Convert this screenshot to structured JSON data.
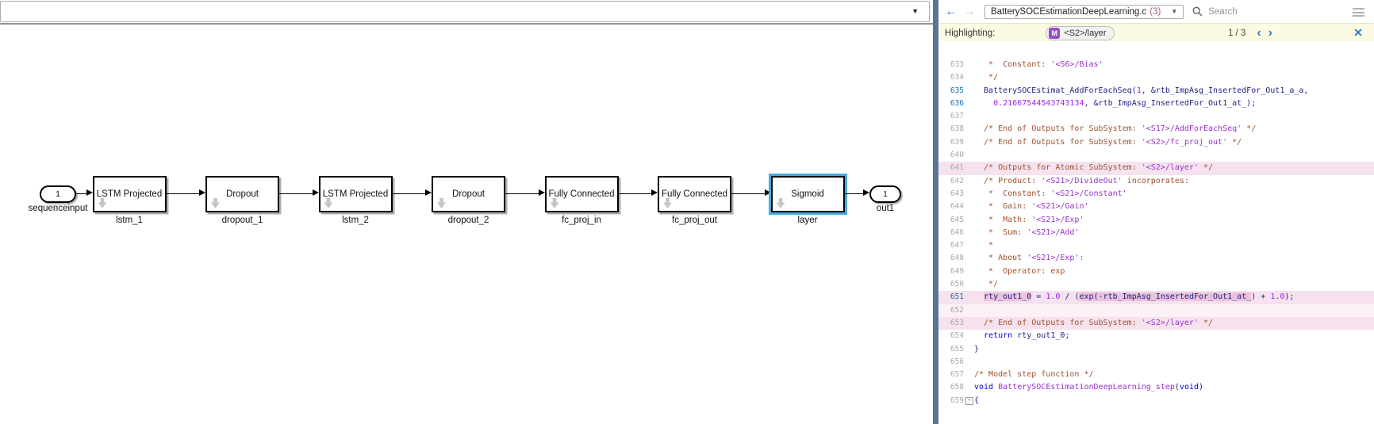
{
  "left_panel": {
    "toolbar": {
      "caret": "▼"
    },
    "diagram": {
      "input_port": {
        "number": "1",
        "label": "sequenceinput"
      },
      "output_port": {
        "number": "1",
        "label": "out1"
      },
      "blocks": [
        {
          "title": "LSTM Projected",
          "name": "lstm_1",
          "selected": false
        },
        {
          "title": "Dropout",
          "name": "dropout_1",
          "selected": false
        },
        {
          "title": "LSTM Projected",
          "name": "lstm_2",
          "selected": false
        },
        {
          "title": "Dropout",
          "name": "dropout_2",
          "selected": false
        },
        {
          "title": "Fully Connected",
          "name": "fc_proj_in",
          "selected": false
        },
        {
          "title": "Fully Connected",
          "name": "fc_proj_out",
          "selected": false
        },
        {
          "title": "Sigmoid",
          "name": "layer",
          "selected": true
        }
      ]
    }
  },
  "code_panel": {
    "toolbar": {
      "back_icon": "←",
      "forward_icon": "→",
      "file_name": "BatterySOCEstimationDeepLearning.c",
      "file_match_count": "(3)",
      "file_caret": "▼",
      "search_placeholder": "Search"
    },
    "highlight_bar": {
      "label": "Highlighting:",
      "badge_letter": "M",
      "badge_target": "<S2>/layer",
      "position": "1 / 3",
      "prev_icon": "‹",
      "next_icon": "›",
      "close_icon": "✕"
    },
    "code": {
      "fold_icon": "−",
      "lines": [
        {
          "n": 633,
          "b": false,
          "bg": "",
          "seg": [
            [
              "com",
              "   *  Constant: "
            ],
            [
              "str",
              "'<S6>/Bias'"
            ]
          ]
        },
        {
          "n": 634,
          "b": false,
          "bg": "",
          "seg": [
            [
              "com",
              "   */"
            ]
          ]
        },
        {
          "n": 635,
          "b": true,
          "bg": "",
          "seg": [
            [
              "code",
              "  BatterySOCEstimat_AddForEachSeq("
            ],
            [
              "num",
              "1"
            ],
            [
              "code",
              ", &rtb_ImpAsg_InsertedFor_Out1_a_a,"
            ]
          ]
        },
        {
          "n": 636,
          "b": true,
          "bg": "",
          "seg": [
            [
              "num",
              "    0.21667544543743134"
            ],
            [
              "code",
              ", &rtb_ImpAsg_InsertedFor_Out1_at_);"
            ]
          ]
        },
        {
          "n": 637,
          "b": false,
          "bg": "",
          "seg": []
        },
        {
          "n": 638,
          "b": false,
          "bg": "",
          "seg": [
            [
              "com",
              "  /* End of Outputs for SubSystem: "
            ],
            [
              "str",
              "'<S17>/AddForEachSeq'"
            ],
            [
              "com",
              " */"
            ]
          ]
        },
        {
          "n": 639,
          "b": false,
          "bg": "",
          "seg": [
            [
              "com",
              "  /* End of Outputs for SubSystem: "
            ],
            [
              "str",
              "'<S2>/fc_proj_out'"
            ],
            [
              "com",
              " */"
            ]
          ]
        },
        {
          "n": 640,
          "b": false,
          "bg": "",
          "seg": []
        },
        {
          "n": 641,
          "b": false,
          "bg": "hl",
          "seg": [
            [
              "com",
              "  /* Outputs for Atomic SubSystem: "
            ],
            [
              "str",
              "'<S2>/layer'"
            ],
            [
              "com",
              " */"
            ]
          ]
        },
        {
          "n": 642,
          "b": false,
          "bg": "",
          "seg": [
            [
              "com",
              "  /* Product: "
            ],
            [
              "str",
              "'<S21>/DivideOut'"
            ],
            [
              "com",
              " incorporates:"
            ]
          ]
        },
        {
          "n": 643,
          "b": false,
          "bg": "",
          "seg": [
            [
              "com",
              "   *  Constant: "
            ],
            [
              "str",
              "'<S21>/Constant'"
            ]
          ]
        },
        {
          "n": 644,
          "b": false,
          "bg": "",
          "seg": [
            [
              "com",
              "   *  Gain: "
            ],
            [
              "str",
              "'<S21>/Gain'"
            ]
          ]
        },
        {
          "n": 645,
          "b": false,
          "bg": "",
          "seg": [
            [
              "com",
              "   *  Math: "
            ],
            [
              "str",
              "'<S21>/Exp'"
            ]
          ]
        },
        {
          "n": 646,
          "b": false,
          "bg": "",
          "seg": [
            [
              "com",
              "   *  Sum: "
            ],
            [
              "str",
              "'<S21>/Add'"
            ]
          ]
        },
        {
          "n": 647,
          "b": false,
          "bg": "",
          "seg": [
            [
              "com",
              "   *"
            ]
          ]
        },
        {
          "n": 648,
          "b": false,
          "bg": "",
          "seg": [
            [
              "com",
              "   * About "
            ],
            [
              "str",
              "'<S21>/Exp'"
            ],
            [
              "com",
              ":"
            ]
          ]
        },
        {
          "n": 649,
          "b": false,
          "bg": "",
          "seg": [
            [
              "com",
              "   *  Operator: exp"
            ]
          ]
        },
        {
          "n": 650,
          "b": false,
          "bg": "",
          "seg": [
            [
              "com",
              "   */"
            ]
          ]
        },
        {
          "n": 651,
          "b": true,
          "bg": "hl",
          "seg": [
            [
              "code",
              "  "
            ],
            [
              "codem",
              "rty_out1_0"
            ],
            [
              "code",
              " = "
            ],
            [
              "num",
              "1.0"
            ],
            [
              "code",
              " / ("
            ],
            [
              "codem",
              "exp(-rtb_ImpAsg_InsertedFor_Out1_at_"
            ],
            [
              "code",
              ") + "
            ],
            [
              "num",
              "1.0"
            ],
            [
              "code",
              ");"
            ]
          ]
        },
        {
          "n": 652,
          "b": false,
          "bg": "hl2",
          "seg": []
        },
        {
          "n": 653,
          "b": false,
          "bg": "hl",
          "seg": [
            [
              "com",
              "  /* End of Outputs for SubSystem: "
            ],
            [
              "str",
              "'<S2>/layer'"
            ],
            [
              "com",
              " */"
            ]
          ]
        },
        {
          "n": 654,
          "b": false,
          "bg": "",
          "seg": [
            [
              "code",
              "  "
            ],
            [
              "key",
              "return"
            ],
            [
              "code",
              " rty_out1_0;"
            ]
          ]
        },
        {
          "n": 655,
          "b": false,
          "bg": "",
          "seg": [
            [
              "code",
              "}"
            ]
          ]
        },
        {
          "n": 656,
          "b": false,
          "bg": "",
          "seg": []
        },
        {
          "n": 657,
          "b": false,
          "bg": "",
          "seg": [
            [
              "com",
              "/* Model step function */"
            ]
          ]
        },
        {
          "n": 658,
          "b": false,
          "bg": "",
          "seg": [
            [
              "key",
              "void"
            ],
            [
              "code",
              " "
            ],
            [
              "fn",
              "BatterySOCEstimationDeepLearning_step"
            ],
            [
              "code",
              "("
            ],
            [
              "key",
              "void"
            ],
            [
              "code",
              ")"
            ]
          ]
        },
        {
          "n": 659,
          "b": false,
          "bg": "",
          "fold": true,
          "seg": [
            [
              "code",
              "{"
            ]
          ]
        }
      ]
    }
  },
  "colors": {
    "selection_blue": "#45ACE0",
    "badge_purple": "#9B4DC8",
    "highlight_row_pink": "#F5E2EE",
    "token_mark_pink": "#EBC2DC",
    "ui_blue": "#2E7BBF",
    "comment": "#A0522D",
    "block_link": "#9932CC",
    "keyword": "#0000EE",
    "code_text": "#1E1E82",
    "executable_line_number": "#1670B8",
    "divider": "#567699",
    "highlight_bar_bg": "#FBFBE3"
  }
}
